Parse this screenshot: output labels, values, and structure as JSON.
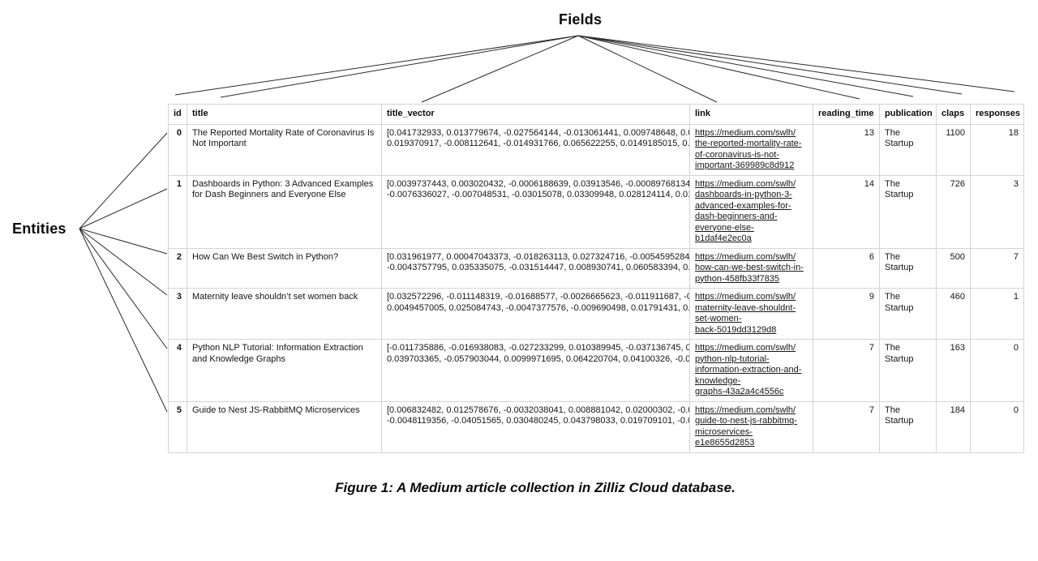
{
  "annotations": {
    "fields_label": "Fields",
    "entities_label": "Entities"
  },
  "caption": "Figure 1: A Medium article collection in Zilliz Cloud database.",
  "table": {
    "columns": [
      "id",
      "title",
      "title_vector",
      "link",
      "reading_time",
      "publication",
      "claps",
      "responses"
    ],
    "rows": [
      {
        "id": "0",
        "title": "The Reported Mortality Rate of Coronavirus Is Not Important",
        "vector": [
          "[0.041732933, 0.013779674, -0.027564144, -0.013061441, 0.009748648, 0.00",
          "0.019370917, -0.008112641, -0.014931766, 0.065622255, 0.0149185015, 0.0"
        ],
        "link": "https://medium.com/swlh/the-reported-mortality-rate-of-coronavirus-is-not-important-369989c8d912",
        "link_lines": [
          "https://medium.com/swlh/",
          "the-reported-mortality-rate-",
          "of-coronavirus-is-not-",
          "important-369989c8d912"
        ],
        "reading_time": "13",
        "publication": "The Startup",
        "claps": "1100",
        "responses": "18"
      },
      {
        "id": "1",
        "title": "Dashboards in Python: 3 Advanced Examples for Dash Beginners and Everyone Else",
        "vector": [
          "[0.0039737443, 0.003020432, -0.0006188639, 0.03913546, -0.00089768134,",
          "-0.0076336027, -0.007048531, -0.03015078, 0.03309948, 0.028124114, 0.01"
        ],
        "link": "https://medium.com/swlh/dashboards-in-python-3-advanced-examples-for-dash-beginners-and-everyone-else-b1daf4e2ec0a",
        "link_lines": [
          "https://medium.com/swlh/",
          "dashboards-in-python-3-",
          "advanced-examples-for-",
          "dash-beginners-and-",
          "everyone-else-",
          "b1daf4e2ec0a"
        ],
        "reading_time": "14",
        "publication": "The Startup",
        "claps": "726",
        "responses": "3"
      },
      {
        "id": "2",
        "title": "How Can We Best Switch in Python?",
        "vector": [
          "[0.031961977, 0.00047043373, -0.018263113, 0.027324716, -0.0054595284,",
          "-0.0043757795, 0.035335075, -0.031514447, 0.008930741, 0.060583394, 0.0"
        ],
        "link": "https://medium.com/swlh/how-can-we-best-switch-in-python-458fb33f7835",
        "link_lines": [
          "https://medium.com/swlh/",
          "how-can-we-best-switch-in-",
          "python-458fb33f7835"
        ],
        "reading_time": "6",
        "publication": "The Startup",
        "claps": "500",
        "responses": "7"
      },
      {
        "id": "3",
        "title": "Maternity leave shouldn’t set women back",
        "vector": [
          "[0.032572296, -0.011148319, -0.01688577, -0.0026665623, -0.011911687, -0",
          "0.0049457005, 0.025084743, -0.0047377576, -0.009690498, 0.01791431, 0.0"
        ],
        "link": "https://medium.com/swlh/maternity-leave-shouldnt-set-women-back-5019dd3129d8",
        "link_lines": [
          "https://medium.com/swlh/",
          "maternity-leave-shouldnt-",
          "set-women-",
          "back-5019dd3129d8"
        ],
        "reading_time": "9",
        "publication": "The Startup",
        "claps": "460",
        "responses": "1"
      },
      {
        "id": "4",
        "title": "Python NLP Tutorial: Information Extraction and Knowledge Graphs",
        "vector": [
          "[-0.011735886, -0.016938083, -0.027233299, 0.010389945, -0.037136745, 0.",
          "0.039703365, -0.057903044, 0.0099971695, 0.064220704, 0.04100326, -0.00"
        ],
        "link": "https://medium.com/swlh/python-nlp-tutorial-information-extraction-and-knowledge-graphs-43a2a4c4556c",
        "link_lines": [
          "https://medium.com/swlh/",
          "python-nlp-tutorial-",
          "information-extraction-and-",
          "knowledge-",
          "graphs-43a2a4c4556c"
        ],
        "reading_time": "7",
        "publication": "The Startup",
        "claps": "163",
        "responses": "0"
      },
      {
        "id": "5",
        "title": "Guide to Nest JS-RabbitMQ Microservices",
        "vector": [
          "[0.006832482, 0.012578676, -0.0032038041, 0.008881042, 0.02000302, -0.00",
          "-0.0048119356, -0.04051565, 0.030480245, 0.043798033, 0.019709101, -0.0"
        ],
        "link": "https://medium.com/swlh/guide-to-nest-js-rabbitmq-microservices-e1e8655d2853",
        "link_lines": [
          "https://medium.com/swlh/",
          "guide-to-nest-js-rabbitmq-",
          "microservices-",
          "e1e8655d2853"
        ],
        "reading_time": "7",
        "publication": "The Startup",
        "claps": "184",
        "responses": "0"
      }
    ]
  }
}
